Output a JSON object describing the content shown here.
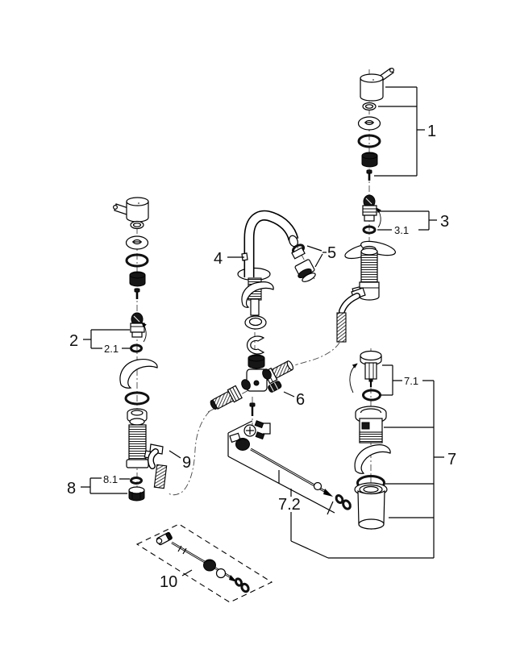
{
  "diagram": {
    "title": "faucet-exploded-parts-diagram",
    "background_color": "#ffffff",
    "line_color": "#000000",
    "callouts": [
      {
        "id": "1",
        "label": "1"
      },
      {
        "id": "2",
        "label": "2"
      },
      {
        "id": "2.1",
        "label": "2.1"
      },
      {
        "id": "3",
        "label": "3"
      },
      {
        "id": "3.1",
        "label": "3.1"
      },
      {
        "id": "4",
        "label": "4"
      },
      {
        "id": "5",
        "label": "5"
      },
      {
        "id": "6",
        "label": "6"
      },
      {
        "id": "7",
        "label": "7"
      },
      {
        "id": "7.1",
        "label": "7.1"
      },
      {
        "id": "7.2",
        "label": "7.2"
      },
      {
        "id": "8",
        "label": "8"
      },
      {
        "id": "8.1",
        "label": "8.1"
      },
      {
        "id": "9",
        "label": "9"
      },
      {
        "id": "10",
        "label": "10"
      }
    ]
  }
}
